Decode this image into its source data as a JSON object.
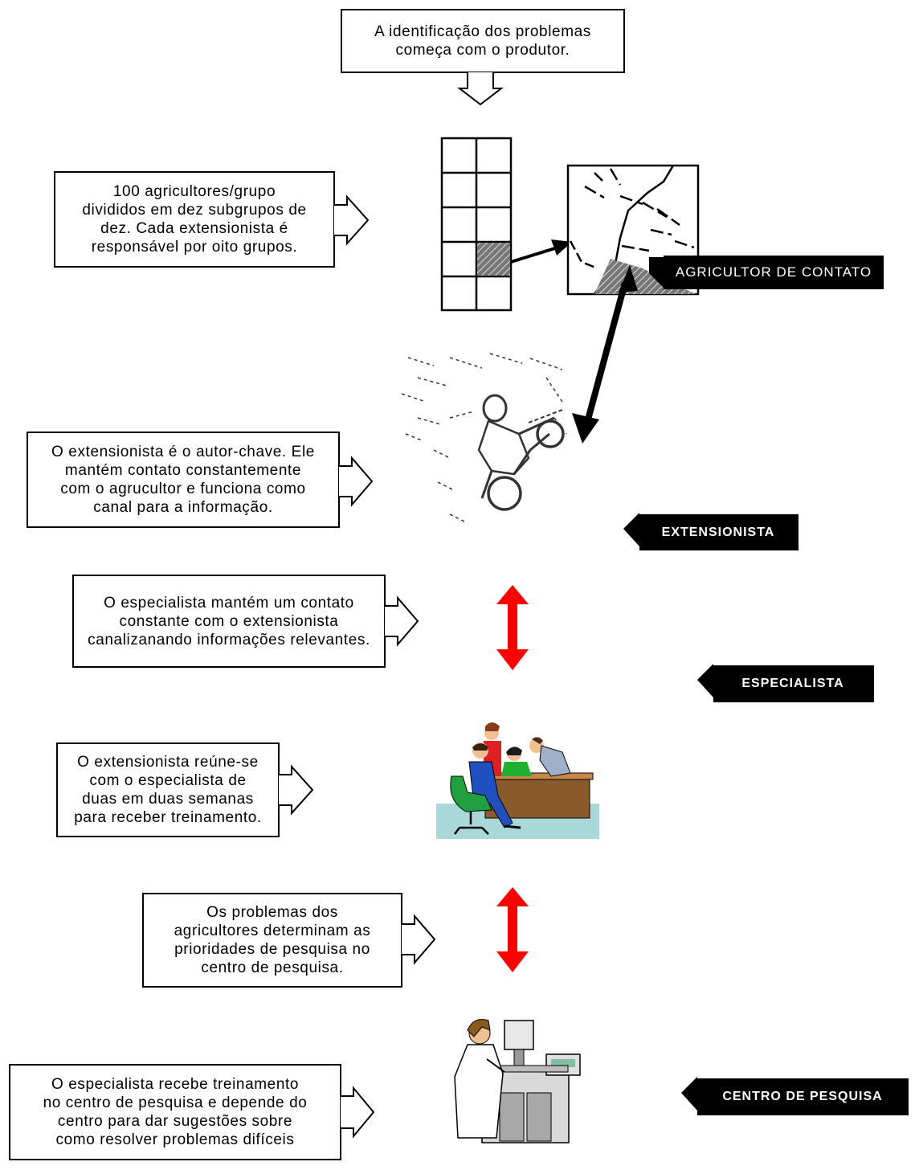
{
  "top_box": {
    "lines": [
      "A identificação dos problemas",
      "começa com o produtor."
    ]
  },
  "steps": [
    {
      "lines": [
        "100 agricultores/grupo",
        "divididos em dez subgrupos de",
        "dez. Cada extensionista é",
        "responsável por oito grupos."
      ]
    },
    {
      "lines": [
        "O extensionista é o autor-chave. Ele",
        "mantém contato constantemente",
        "com o agrucultor e funciona como",
        "canal para a informação."
      ]
    },
    {
      "lines": [
        "O especialista mantém um contato",
        "constante com o extensionista",
        "canalizanando informações relevantes."
      ]
    },
    {
      "lines": [
        "O extensionista reúne-se",
        "com o especialista de",
        "duas em duas semanas",
        "para receber treinamento."
      ]
    },
    {
      "lines": [
        "Os problemas dos",
        "agricultores determinam as",
        "prioridades de pesquisa no",
        "centro de pesquisa."
      ]
    },
    {
      "lines": [
        "O especialista recebe treinamento",
        "no centro de pesquisa e depende do",
        "centro para dar sugestões sobre",
        "como resolver problemas difíceis"
      ]
    }
  ],
  "labels": {
    "contact_farmer": "AGRICULTOR DE CONTATO",
    "extensionist": "EXTENSIONISTA",
    "specialist": "ESPECIALISTA",
    "research_center": "CENTRO DE PESQUISA"
  },
  "icons": [
    "group-grid-icon",
    "farm-field-map-icon",
    "motorcycle-rider-icon",
    "meeting-desk-icon",
    "lab-technician-icon"
  ],
  "colors": {
    "double_arrow": "#ff0000",
    "label_bg": "#000000",
    "hatch": "#555555",
    "floor": "#a8d8d8"
  }
}
